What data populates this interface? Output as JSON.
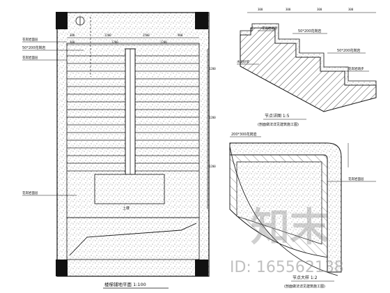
{
  "plan": {
    "title": "楼梯铺地平面 1:100",
    "dims_top": [
      "300",
      "1200",
      "1500",
      "900"
    ],
    "dims_row2": [
      "300",
      "1200",
      "1200"
    ],
    "callout_paving": "50*200花岗岩",
    "callout_material_top": "花岗岩面层",
    "callout_material_mid": "花岗岩面层",
    "callout_material_left": "花岗岩面层",
    "center_label": "上楼",
    "right_dims": [
      "1200",
      "1200",
      "1200"
    ]
  },
  "section": {
    "title": "节点详图 1:5",
    "subtitle": "(剖面做法详见建筑施工图)",
    "dims_top": [
      "300",
      "300",
      "300",
      "300"
    ],
    "callout_top_left": "花岗岩踏步",
    "callout_mid": "50*200花岗岩",
    "callout_right": "50*200花岗岩",
    "callout_bottom_right": "花岗岩踏步",
    "callout_left": "水泥砂浆"
  },
  "detail": {
    "title": "节点大样 1:2",
    "subtitle": "(剖面做法详见建筑施工图)",
    "callout_top": "200*300花岗岩",
    "callout_right": "花岗岩面层"
  },
  "watermark": {
    "text": "知末",
    "id_text": "ID: 165562138"
  }
}
